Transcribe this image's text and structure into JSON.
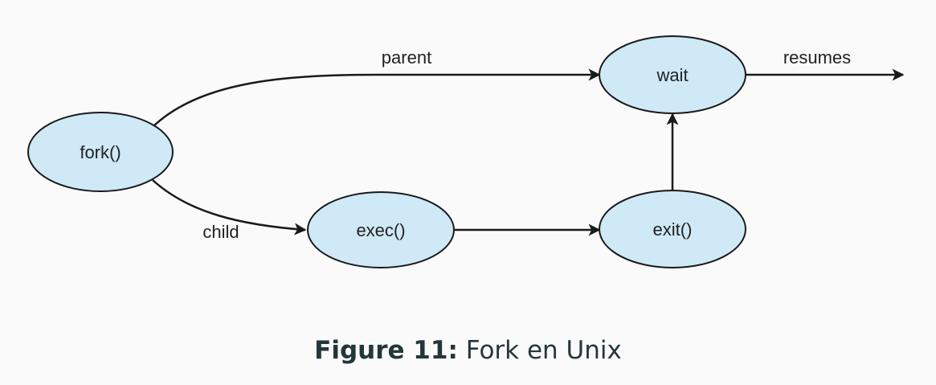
{
  "nodes": {
    "fork": "fork()",
    "exec": "exec()",
    "exit": "exit()",
    "wait": "wait"
  },
  "edges": {
    "parent": "parent",
    "child": "child",
    "resumes": "resumes"
  },
  "caption": {
    "label": "Figure 11:",
    "text": "Fork en Unix"
  },
  "colors": {
    "node_fill": "#cfe9f7",
    "stroke": "#1a1a1a",
    "caption_text": "#23373b"
  }
}
